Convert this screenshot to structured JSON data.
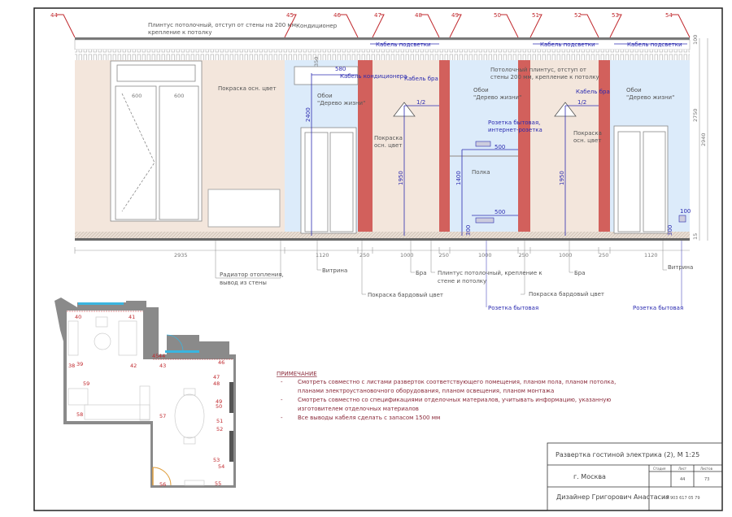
{
  "callouts": [
    "44",
    "45",
    "46",
    "47",
    "48",
    "49",
    "50",
    "51",
    "52",
    "53",
    "54"
  ],
  "elevation": {
    "cornice_label_1": "Плинтус потолочный, отступ от стены на 200 мм",
    "cornice_label_2": "крепление к потолку",
    "ac_label": "Кондиционер",
    "ac_cable": "Кабель кондиционера",
    "ac_dim": "580",
    "ac_offset": "350",
    "light_cable": "Кабель подсветки",
    "ceiling_plinth_1": "Потолочный плинтус, отступ от",
    "ceiling_plinth_2": "стены 200 мм, крепление к потолку",
    "paint_main": "Покраска осн. цвет",
    "paint_main_1": "Покраска",
    "paint_main_2": "осн. цвет",
    "wallpaper_1": "Обои",
    "wallpaper_2": "\"Дерево жизни\"",
    "sconce_cable": "Кабель бра",
    "half": "1/2",
    "socket_net_1": "Розетка бытовая,",
    "socket_net_2": "интернет-розетка",
    "shelf": "Полка",
    "window_dims": [
      "600",
      "600"
    ],
    "dim_2400": "2400",
    "dim_1950": "1950",
    "dim_1400": "1400",
    "dim_500": "500",
    "dim_300": "300",
    "dim_100": "100",
    "right_dims": [
      "100",
      "2750",
      "2940",
      "15"
    ],
    "bottom_dims": [
      "2935",
      "1120",
      "250",
      "1000",
      "250",
      "1000",
      "250",
      "1000",
      "250",
      "1120"
    ]
  },
  "leaders": {
    "radiator_1": "Радиатор отопления,",
    "radiator_2": "вывод из стены",
    "vitrina": "Витрина",
    "bra": "Бра",
    "plinth_wall_1": "Плинтус потолочный, крепление к",
    "plinth_wall_2": "стене и потолку",
    "paint_bordo": "Покраска бардовый цвет",
    "socket": "Розетка бытовая"
  },
  "plan": {
    "marks": [
      "38",
      "39",
      "40",
      "41",
      "42",
      "43",
      "44",
      "45",
      "46",
      "47",
      "48",
      "49",
      "50",
      "51",
      "52",
      "53",
      "54",
      "55",
      "56",
      "57",
      "58",
      "59"
    ]
  },
  "notes": {
    "title": "ПРИМЕЧАНИЕ",
    "items": [
      [
        "Смотреть совместно с листами разверток соответствующего помещения, планом пола, планом потолка,",
        "планами электроустановочного оборудования, планом освещения, планом монтажа"
      ],
      [
        "Смотреть совместно со спецификациями отделочных материалов, учитывать информацию, указанную",
        "изготовителем отделочных материалов"
      ],
      [
        "Все выводы кабеля сделать с запасом 1500 мм",
        ""
      ]
    ],
    "dash": "-"
  },
  "title_block": {
    "title": "Развертка гостиной электрика (2), М 1:25",
    "city": "г. Москва",
    "designer": "Дизайнер Григорович Анастасия",
    "phone": "+7 903 617 05 79",
    "col_stage": "Стадия",
    "col_sheet": "Лист",
    "col_sheets": "Листов",
    "sheet": "44",
    "sheets": "73"
  },
  "colors": {
    "beige": "#f3e6dc",
    "blue": "#dcebfa",
    "bordo": "#d2605c",
    "callout": "#c0282d",
    "electric": "#2b2bb0"
  }
}
